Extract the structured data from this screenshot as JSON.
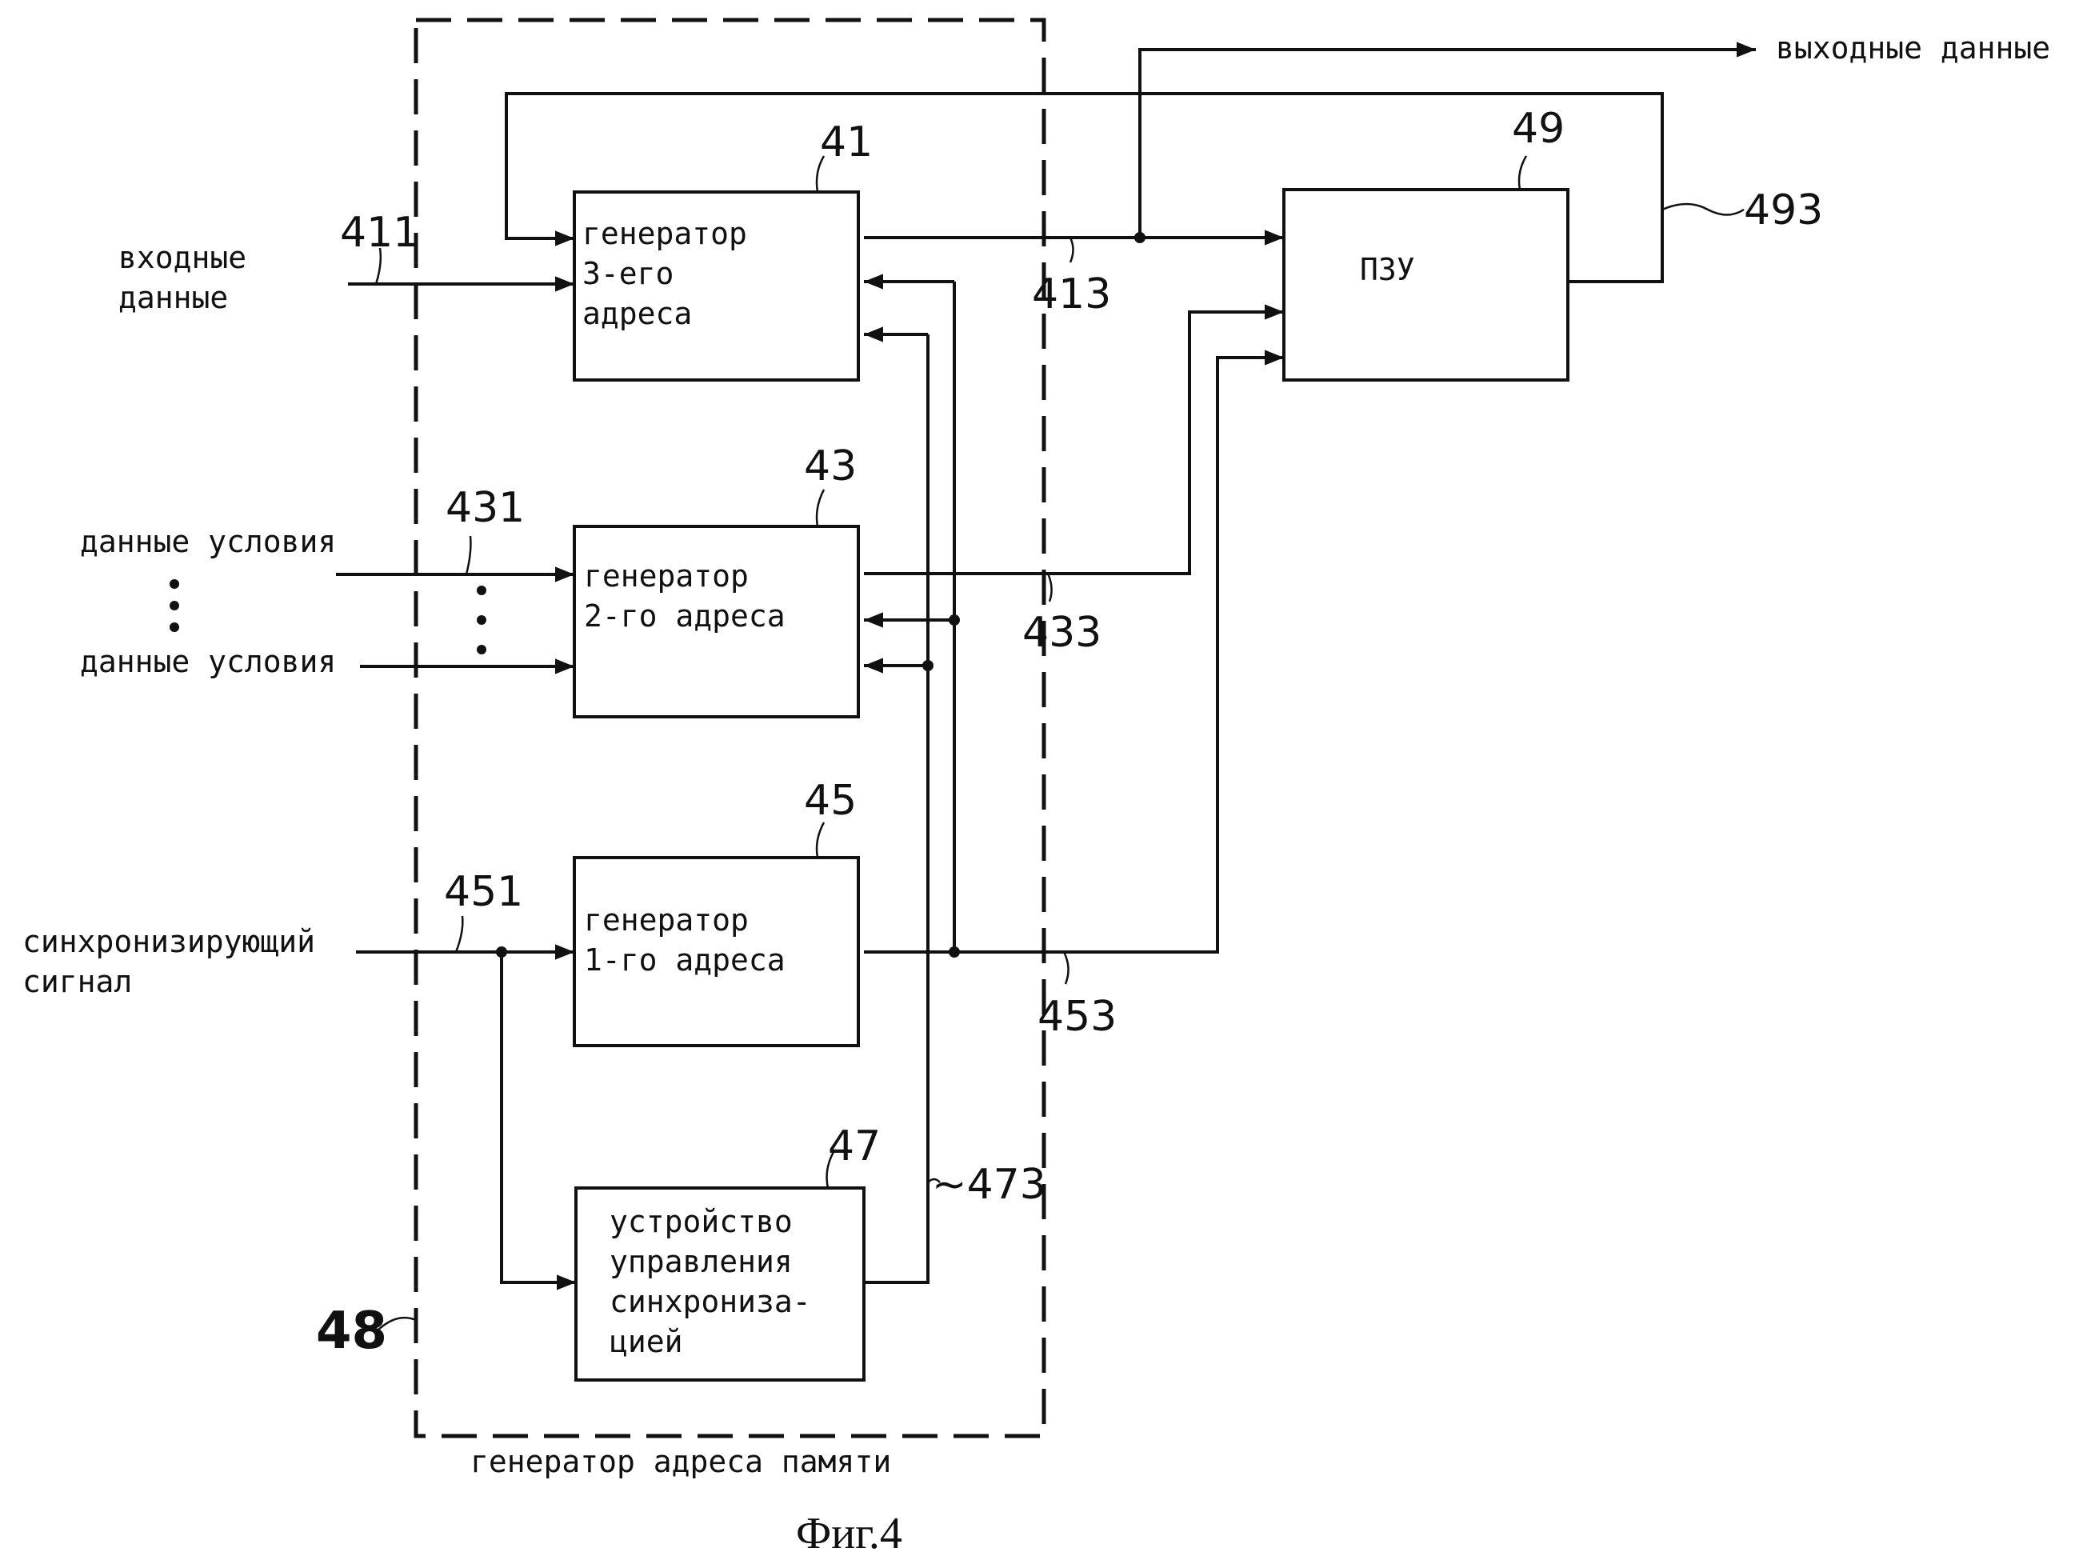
{
  "figure_caption": "Фиг.4",
  "outer_block": {
    "ref": "48",
    "label": "генератор адреса памяти"
  },
  "blocks": {
    "gen3": {
      "ref": "41",
      "lines": [
        "генератор",
        "3-его",
        "адреса"
      ]
    },
    "gen2": {
      "ref": "43",
      "lines": [
        "генератор",
        "2-го адреса"
      ]
    },
    "gen1": {
      "ref": "45",
      "lines": [
        "генератор",
        "1-го адреса"
      ]
    },
    "sync_ctrl": {
      "ref": "47",
      "lines": [
        "устройство",
        "управления",
        "синхрониза-",
        "цией"
      ]
    },
    "rom": {
      "ref": "49",
      "label": "ПЗУ"
    }
  },
  "inputs": {
    "input_data": {
      "lines": [
        "входные",
        "данные"
      ],
      "ref": "411"
    },
    "condition_data_1": {
      "label": "данные условия",
      "ref": "431"
    },
    "condition_data_2": {
      "label": "данные условия"
    },
    "sync_signal": {
      "lines": [
        "синхронизирующий",
        "сигнал"
      ],
      "ref": "451"
    }
  },
  "outputs": {
    "output_data": {
      "label": "выходные данные"
    }
  },
  "signal_refs": {
    "gen3_out": "413",
    "gen2_out": "433",
    "gen1_out": "453",
    "sync_ctrl_out": "~473",
    "rom_out": "493"
  }
}
